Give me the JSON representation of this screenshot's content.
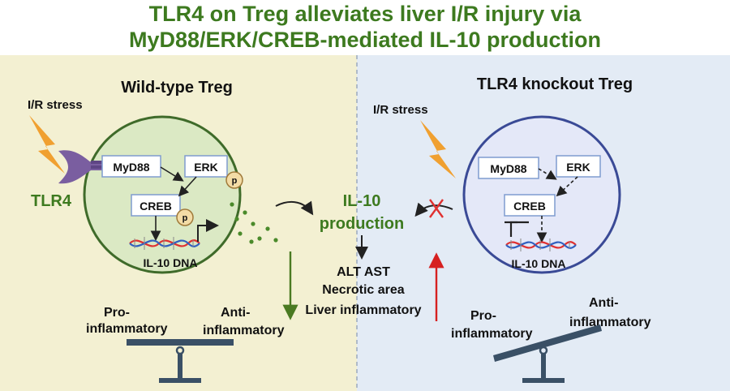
{
  "title": {
    "line1": "TLR4 on Treg alleviates liver I/R injury via",
    "line2": "MyD88/ERK/CREB-mediated IL-10 production"
  },
  "left_panel": {
    "heading": "Wild-type Treg",
    "stress_label": "I/R stress",
    "receptor_label": "TLR4",
    "myd88": "MyD88",
    "erk": "ERK",
    "creb": "CREB",
    "phospho": "p",
    "dna_label": "IL-10 DNA",
    "pro_label_1": "Pro-",
    "pro_label_2": "inflammatory",
    "anti_label_1": "Anti-",
    "anti_label_2": "inflammatory"
  },
  "center": {
    "il10_line1": "IL-10",
    "il10_line2": "production",
    "outcome_1": "ALT AST",
    "outcome_2": "Necrotic area",
    "outcome_3": "Liver inflammatory"
  },
  "right_panel": {
    "heading": "TLR4 knockout Treg",
    "stress_label": "I/R stress",
    "myd88": "MyD88",
    "erk": "ERK",
    "creb": "CREB",
    "dna_label": "IL-10 DNA",
    "pro_label_1": "Pro-",
    "pro_label_2": "inflammatory",
    "anti_label_1": "Anti-",
    "anti_label_2": "inflammatory"
  },
  "colors": {
    "title_green": "#3d7a1f",
    "left_bg": "#f3f0d2",
    "right_bg": "#e3ebf5",
    "cell_green_fill": "#dbe9c4",
    "cell_green_stroke": "#3f6b2a",
    "cell_blue_fill": "#e4e8f8",
    "cell_blue_stroke": "#3a4a96",
    "box_stroke": "#7f9ccf",
    "lightning": "#f0a030",
    "receptor": "#7a5ea0",
    "seesaw": "#3a5066",
    "red_arrow": "#d62020"
  }
}
